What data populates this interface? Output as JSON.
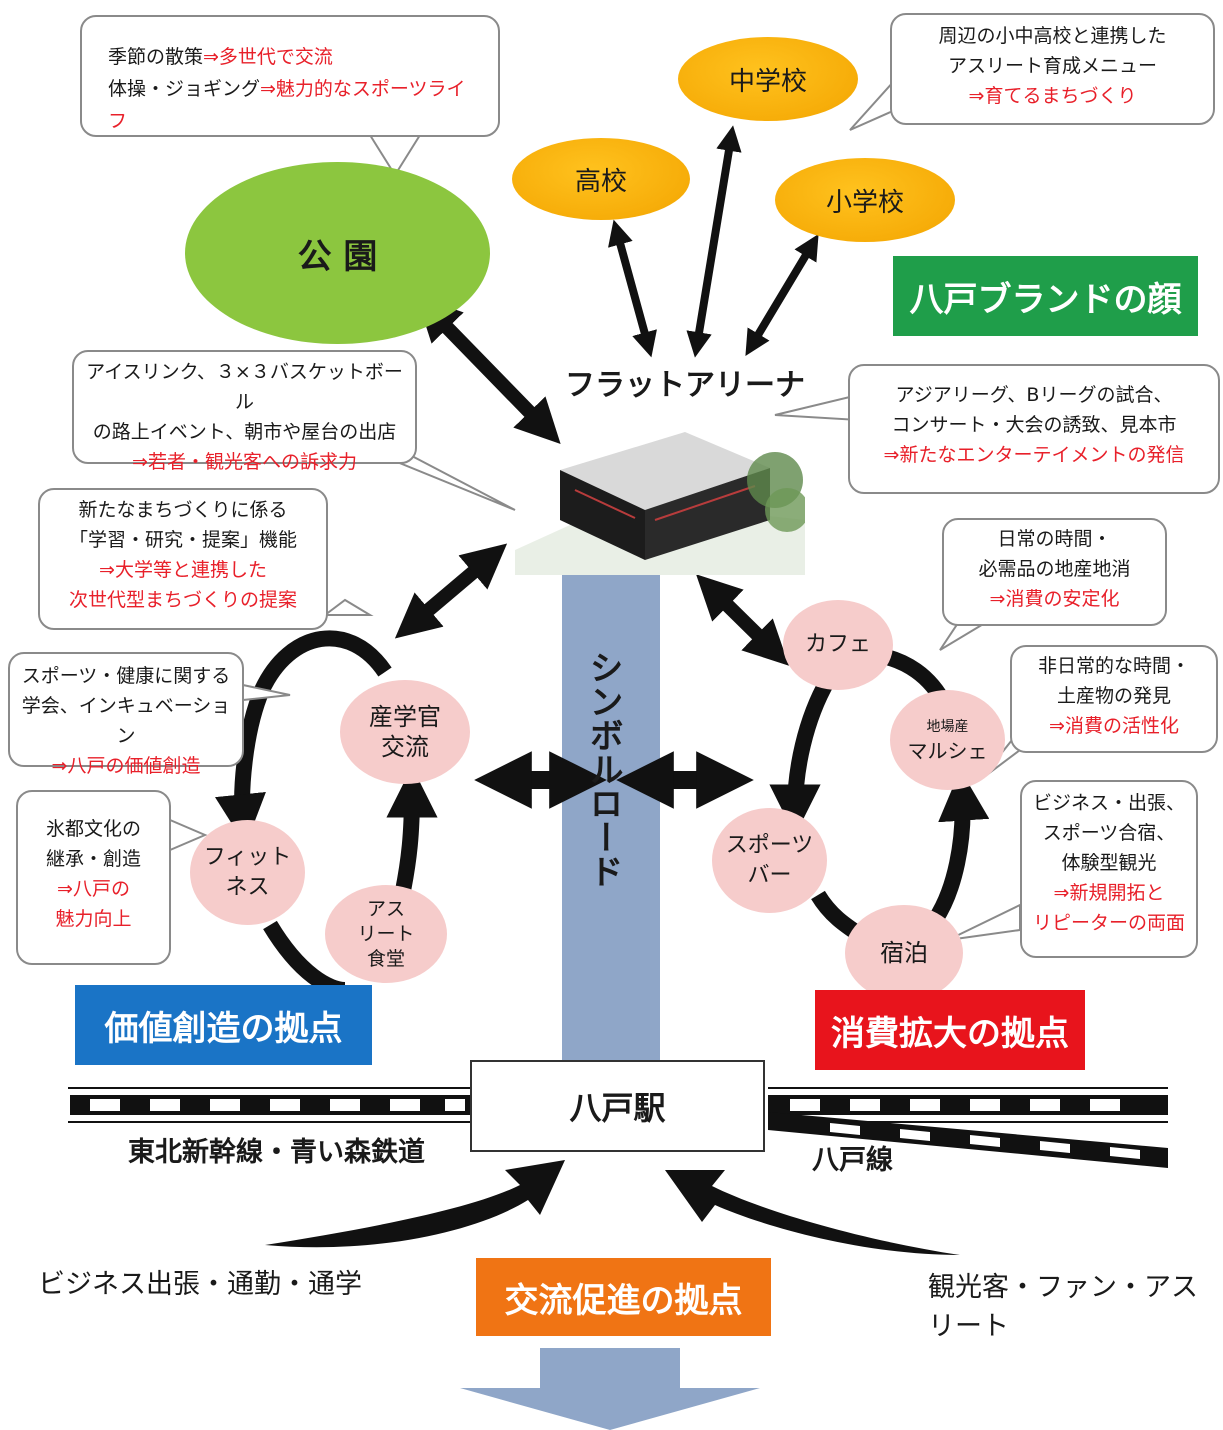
{
  "park": {
    "label": "公 園",
    "callout": {
      "line1_black": "季節の散策",
      "line1_red": "⇒多世代で交流",
      "line2_black": "体操・ジョギング",
      "line2_red": "⇒魅力的なスポーツライフ"
    }
  },
  "schools": {
    "high": "高校",
    "middle": "中学校",
    "elementary": "小学校",
    "callout": {
      "line1": "周辺の小中高校と連携した",
      "line2": "アスリート育成メニュー",
      "line3_red": "⇒育てるまちづくり"
    }
  },
  "brand_label": "八戸ブランドの顔",
  "arena": {
    "title": "フラットアリーナ",
    "left_callout": {
      "line1": "アイスリンク、３×３バスケットボール",
      "line2": "の路上イベント、朝市や屋台の出店",
      "line3_red": "⇒若者・観光客への訴求力"
    },
    "right_callout": {
      "line1": "アジアリーグ、Bリーグの試合、",
      "line2": "コンサート・大会の誘致、見本市",
      "line3_red": "⇒新たなエンターテイメントの発信"
    }
  },
  "value_hub": {
    "label": "価値創造の拠点",
    "nodes": {
      "industry": "産学官\n交流",
      "fitness": "フィット\nネス",
      "athlete": "アス\nリート\n食堂"
    },
    "callouts": {
      "research": {
        "line1": "新たなまちづくりに係る",
        "line2": "「学習・研究・提案」機能",
        "line3_red": "⇒大学等と連携した",
        "line4_red": "次世代型まちづくりの提案"
      },
      "sports_health": {
        "line1": "スポーツ・健康に関する",
        "line2": "学会、インキュベーション",
        "line3_red": "⇒八戸の価値創造"
      },
      "ice_culture": {
        "line1": "氷都文化の",
        "line2": "継承・創造",
        "line3_red": "⇒八戸の",
        "line4_red": "魅力向上"
      }
    }
  },
  "symbol_road": "シンボルロード",
  "consumption_hub": {
    "label": "消費拡大の拠点",
    "nodes": {
      "cafe": "カフェ",
      "marche_small": "地場産",
      "marche": "マルシェ",
      "sports_bar": "スポーツ\nバー",
      "lodging": "宿泊"
    },
    "callouts": {
      "daily": {
        "line1": "日常の時間・",
        "line2": "必需品の地産地消",
        "line3_red": "⇒消費の安定化"
      },
      "nondaily": {
        "line1": "非日常的な時間・",
        "line2": "土産物の発見",
        "line3_red": "⇒消費の活性化"
      },
      "business": {
        "line1": "ビジネス・出張、",
        "line2": "スポーツ合宿、",
        "line3": "体験型観光",
        "line4_red": "⇒新規開拓と",
        "line5_red": "リピーターの両面"
      }
    }
  },
  "station": {
    "name": "八戸駅",
    "left_line": "東北新幹線・青い森鉄道",
    "right_line": "八戸線"
  },
  "bottom": {
    "left_flow": "ビジネス出張・通勤・通学",
    "right_flow": "観光客・ファン・アスリート",
    "label": "交流促進の拠点"
  },
  "colors": {
    "park_green": "#8cc63f",
    "school_yellow": "#f7b000",
    "brand_green": "#1f9e4a",
    "value_blue": "#1a74c6",
    "consumption_red": "#e8141c",
    "exchange_orange": "#f07414",
    "road_blue": "#8fa6c8",
    "node_pink": "#f6cccb"
  }
}
